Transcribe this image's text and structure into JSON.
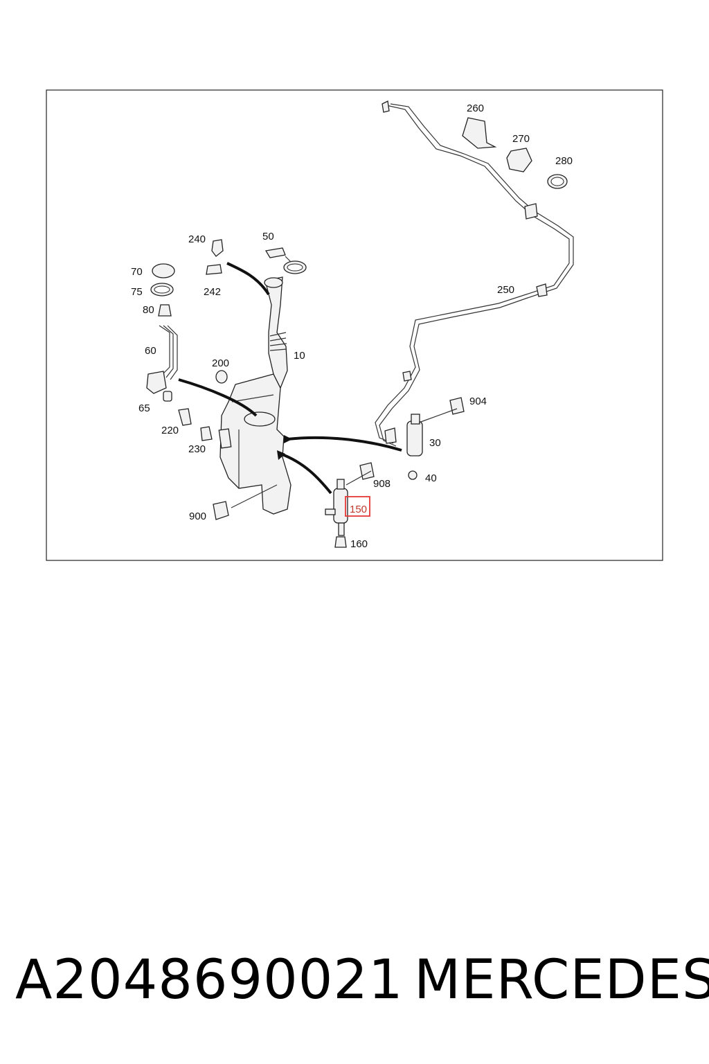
{
  "diagram": {
    "labels": {
      "l10": "10",
      "l30": "30",
      "l40": "40",
      "l50": "50",
      "l60": "60",
      "l65": "65",
      "l70": "70",
      "l75": "75",
      "l80": "80",
      "l150": "150",
      "l160": "160",
      "l200": "200",
      "l220": "220",
      "l230": "230",
      "l240": "240",
      "l242": "242",
      "l250": "250",
      "l260": "260",
      "l270": "270",
      "l280": "280",
      "l900": "900",
      "l904": "904",
      "l908": "908"
    },
    "highlight_color": "#e53935"
  },
  "footer": {
    "part_number": "A2048690021",
    "brand": "MERCEDES"
  }
}
